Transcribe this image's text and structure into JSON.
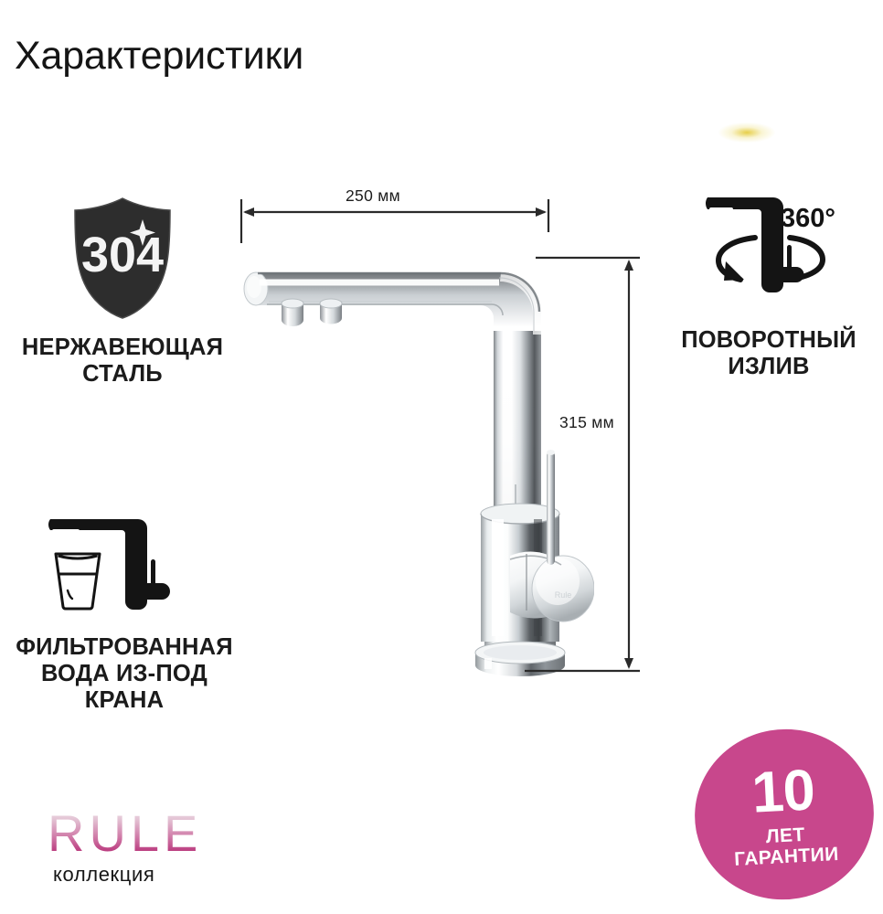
{
  "page": {
    "title": "Характеристики",
    "background": "#ffffff"
  },
  "features": {
    "steel": {
      "badge_number": "304",
      "badge_icon": "shield-icon",
      "sparkle_icon": "sparkle-icon",
      "caption_line1": "НЕРЖАВЕЮЩАЯ",
      "caption_line2": "СТАЛЬ",
      "color": "#2b2b2b"
    },
    "filtered_water": {
      "icon": "faucet-with-glass-icon",
      "caption_line1": "ФИЛЬТРОВАННАЯ",
      "caption_line2": "ВОДА ИЗ-ПОД",
      "caption_line3": "КРАНА",
      "color": "#1b1b1b"
    },
    "swivel": {
      "icon": "faucet-rotation-icon",
      "angle_label": "360°",
      "caption_line1": "ПОВОРОТНЫЙ",
      "caption_line2": "ИЗЛИВ",
      "color": "#1b1b1b"
    }
  },
  "dimensions": {
    "width_label": "250 мм",
    "height_label": "315 мм",
    "line_color": "#2a2a2a"
  },
  "product": {
    "image": "chrome-kitchen-faucet-photo",
    "finish_color": "#d9dcdf"
  },
  "warranty": {
    "number": "10",
    "unit": "ЛЕТ",
    "word": "ГАРАНТИИ",
    "badge_color": "#c8478c"
  },
  "brand": {
    "name": "RULE",
    "subtitle": "коллекция",
    "accent_color": "#b3246f"
  }
}
